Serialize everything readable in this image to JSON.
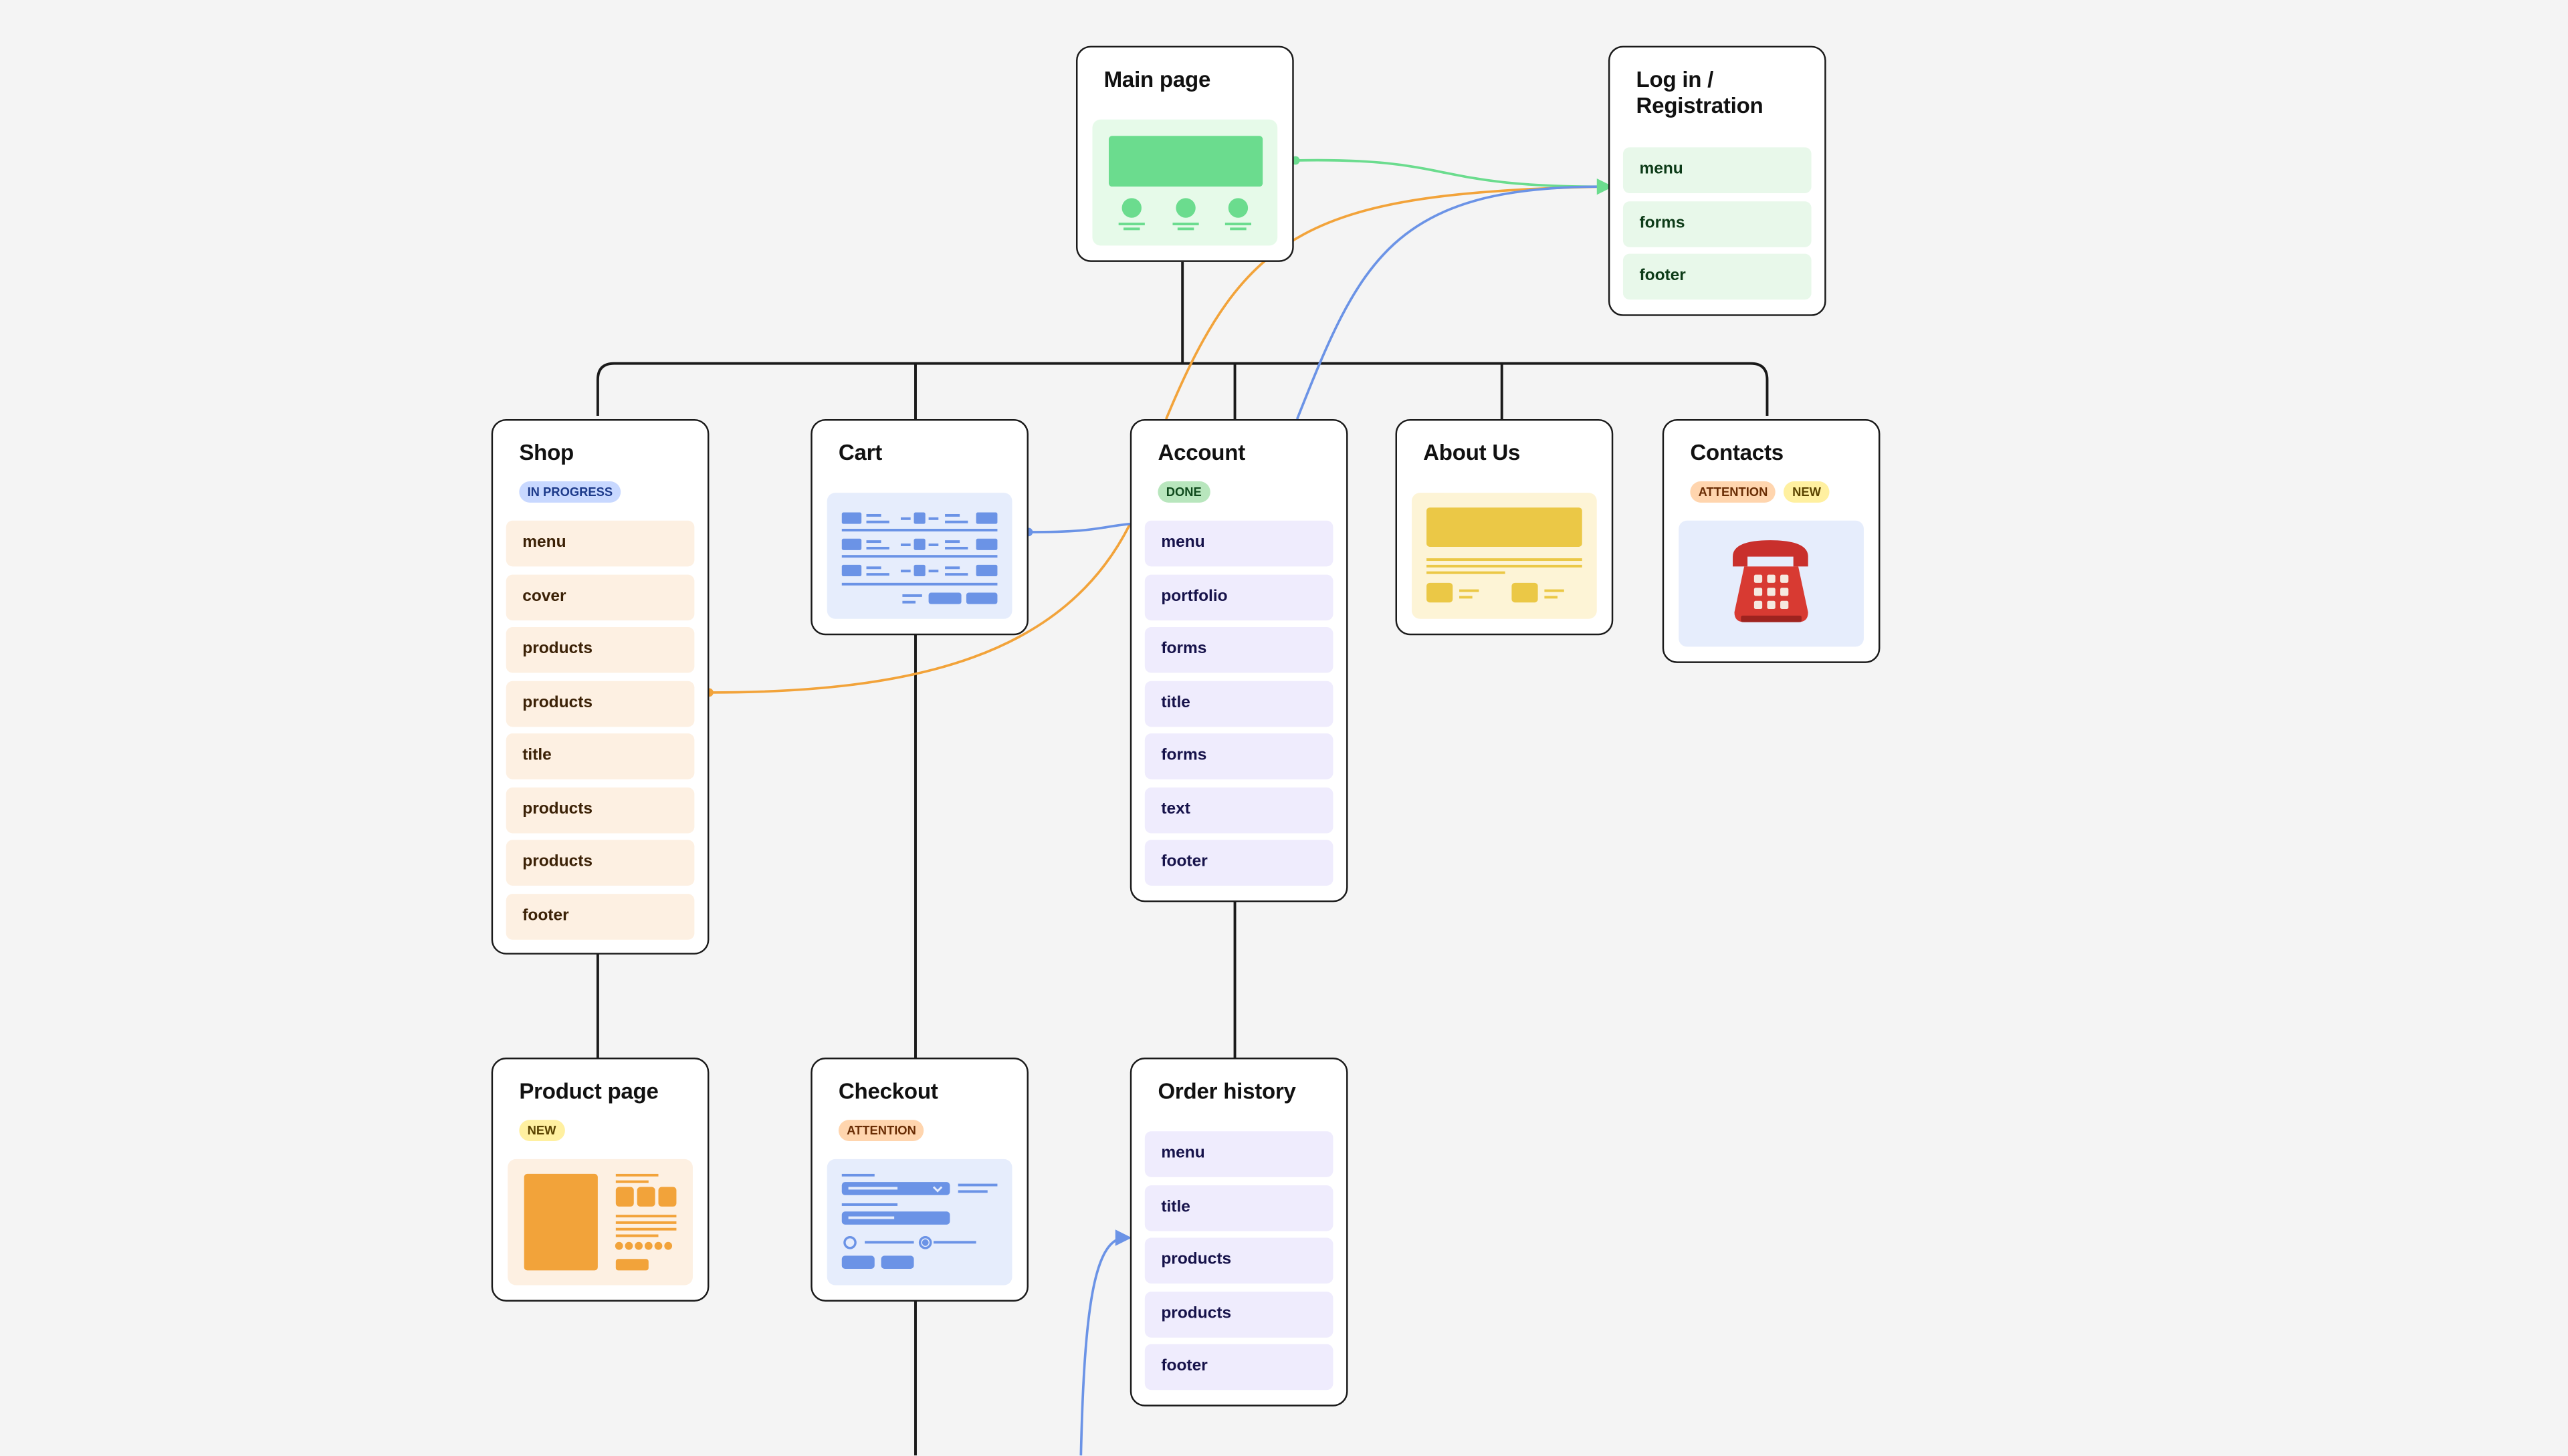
{
  "colors": {
    "orange": "#f2a33a",
    "blue": "#6b93e6",
    "green": "#6bdc8e",
    "line": "#1a1a1a"
  },
  "badge_colors": {
    "in_progress": "#c8d8ff",
    "done": "#b8e6bd",
    "attention": "#ffd5ae",
    "new": "#fff0a0"
  },
  "cards": {
    "main": {
      "title": "Main page"
    },
    "login": {
      "title": "Log in / Registration",
      "items": [
        "menu",
        "forms",
        "footer"
      ]
    },
    "shop": {
      "title": "Shop",
      "badge": "IN PROGRESS",
      "items": [
        "menu",
        "cover",
        "products",
        "products",
        "title",
        "products",
        "products",
        "footer"
      ]
    },
    "cart": {
      "title": "Cart"
    },
    "account": {
      "title": "Account",
      "badge": "DONE",
      "items": [
        "menu",
        "portfolio",
        "forms",
        "title",
        "forms",
        "text",
        "footer"
      ]
    },
    "about": {
      "title": "About Us"
    },
    "contacts": {
      "title": "Contacts",
      "badges": [
        "ATTENTION",
        "NEW"
      ],
      "icon": "telephone-icon"
    },
    "product": {
      "title": "Product page",
      "badge": "NEW"
    },
    "checkout": {
      "title": "Checkout",
      "badge": "ATTENTION"
    },
    "orders": {
      "title": "Order history",
      "items": [
        "menu",
        "title",
        "products",
        "products",
        "footer"
      ]
    }
  }
}
